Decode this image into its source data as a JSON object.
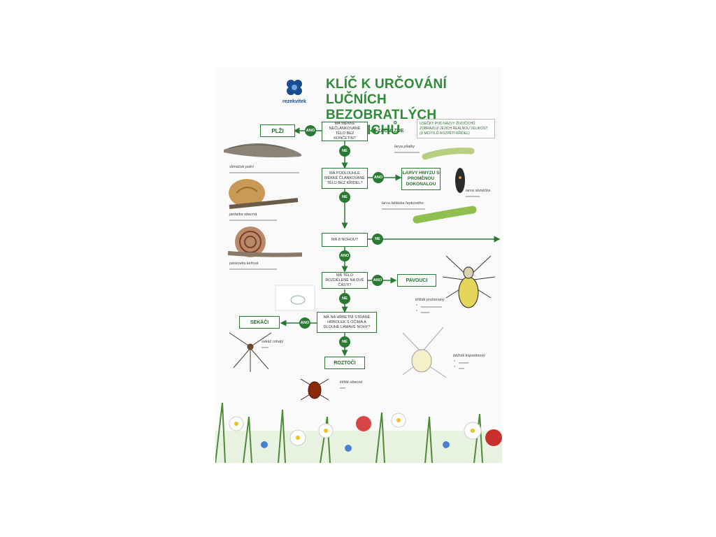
{
  "header": {
    "title_line1": "KLÍČ K URČOVÁNÍ LUČNÍCH",
    "title_line2": "BEZOBRATLÝCH ŽIVOČICHŮ",
    "logo_text": "rezekvítek"
  },
  "start_label": "ZAČNI ZDE",
  "note": "USEČKY POD NÁZVY ŽIVOČICHŮ ZOBRAZUJÍ JEJICH REÁLNOU VELIKOST (U MOTÝLŮ ROZPĚTÍ KŘÍDEL)",
  "questions": {
    "q1": "MÁ MĚKKÉ NEČLÁNKOVANÉ TĚLO BEZ KONČETIN?",
    "q2": "MÁ PODLOUHLÉ MĚKKÉ ČLÁNKOVANÉ TĚLO BEZ KŘÍDEL?",
    "q3": "MÁ 8 NOHOU?",
    "q4": "MÁ TĚLO ROZDĚLENÉ NA DVĚ ČÁSTI?",
    "q5": "MÁ NA HŘBETNÍ STRANĚ HRBOLEK S OČIMA A DLOUHÉ LÁMAVÉ NOHY?"
  },
  "results": {
    "plzi": "PLŽI",
    "larvy": "LARVY HMYZU S PROMĚNOU DOKONALOU",
    "pavouci": "PAVOUCI",
    "sekaci": "SEKÁČI",
    "roztoci": "ROZTOČI"
  },
  "answers": {
    "yes": "ANO",
    "no": "NE"
  },
  "species": {
    "slimacek": "slimáček polní",
    "jantarka": "jantarka obecná",
    "paskovka": "páskovka keřová",
    "larva_pilatky": "larva pilatky",
    "larva_slunecka": "larva slunéčka",
    "larva_belasky": "larva běláska řepkového",
    "krizak": "křižák pruhovaný",
    "beznik": "běžník kopretinový",
    "sekac": "sekáč rohatý",
    "klistе": "klíště obecné"
  },
  "sex_symbols": {
    "female": "♀",
    "male": "♂"
  },
  "colors": {
    "accent": "#2a7a34",
    "title": "#2f8a3a",
    "logo": "#1a4d8f"
  }
}
